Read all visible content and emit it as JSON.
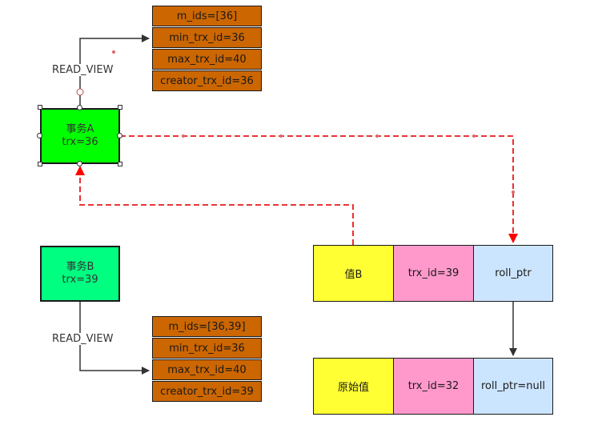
{
  "colors": {
    "tx_a_fill": "#00ff00",
    "tx_b_fill": "#00ff80",
    "read_view_fill": "#cc6600",
    "value_fill": "#ffff33",
    "trx_fill": "#ff99cc",
    "roll_fill": "#cce5ff",
    "dashed_arrow": "#e8191c"
  },
  "transaction_a": {
    "name": "事务A",
    "trx": "trx=36"
  },
  "transaction_b": {
    "name": "事务B",
    "trx": "trx=39"
  },
  "read_view_label_a": "READ_VIEW",
  "read_view_label_b": "READ_VIEW",
  "read_view_a": [
    "m_ids=[36]",
    "min_trx_id=36",
    "max_trx_id=40",
    "creator_trx_id=36"
  ],
  "read_view_b": [
    "m_ids=[36,39]",
    "min_trx_id=36",
    "max_trx_id=40",
    "creator_trx_id=39"
  ],
  "record_current": {
    "value": "值B",
    "trx_id": "trx_id=39",
    "roll_ptr": "roll_ptr"
  },
  "record_original": {
    "value": "原始值",
    "trx_id": "trx_id=32",
    "roll_ptr": "roll_ptr=null"
  }
}
